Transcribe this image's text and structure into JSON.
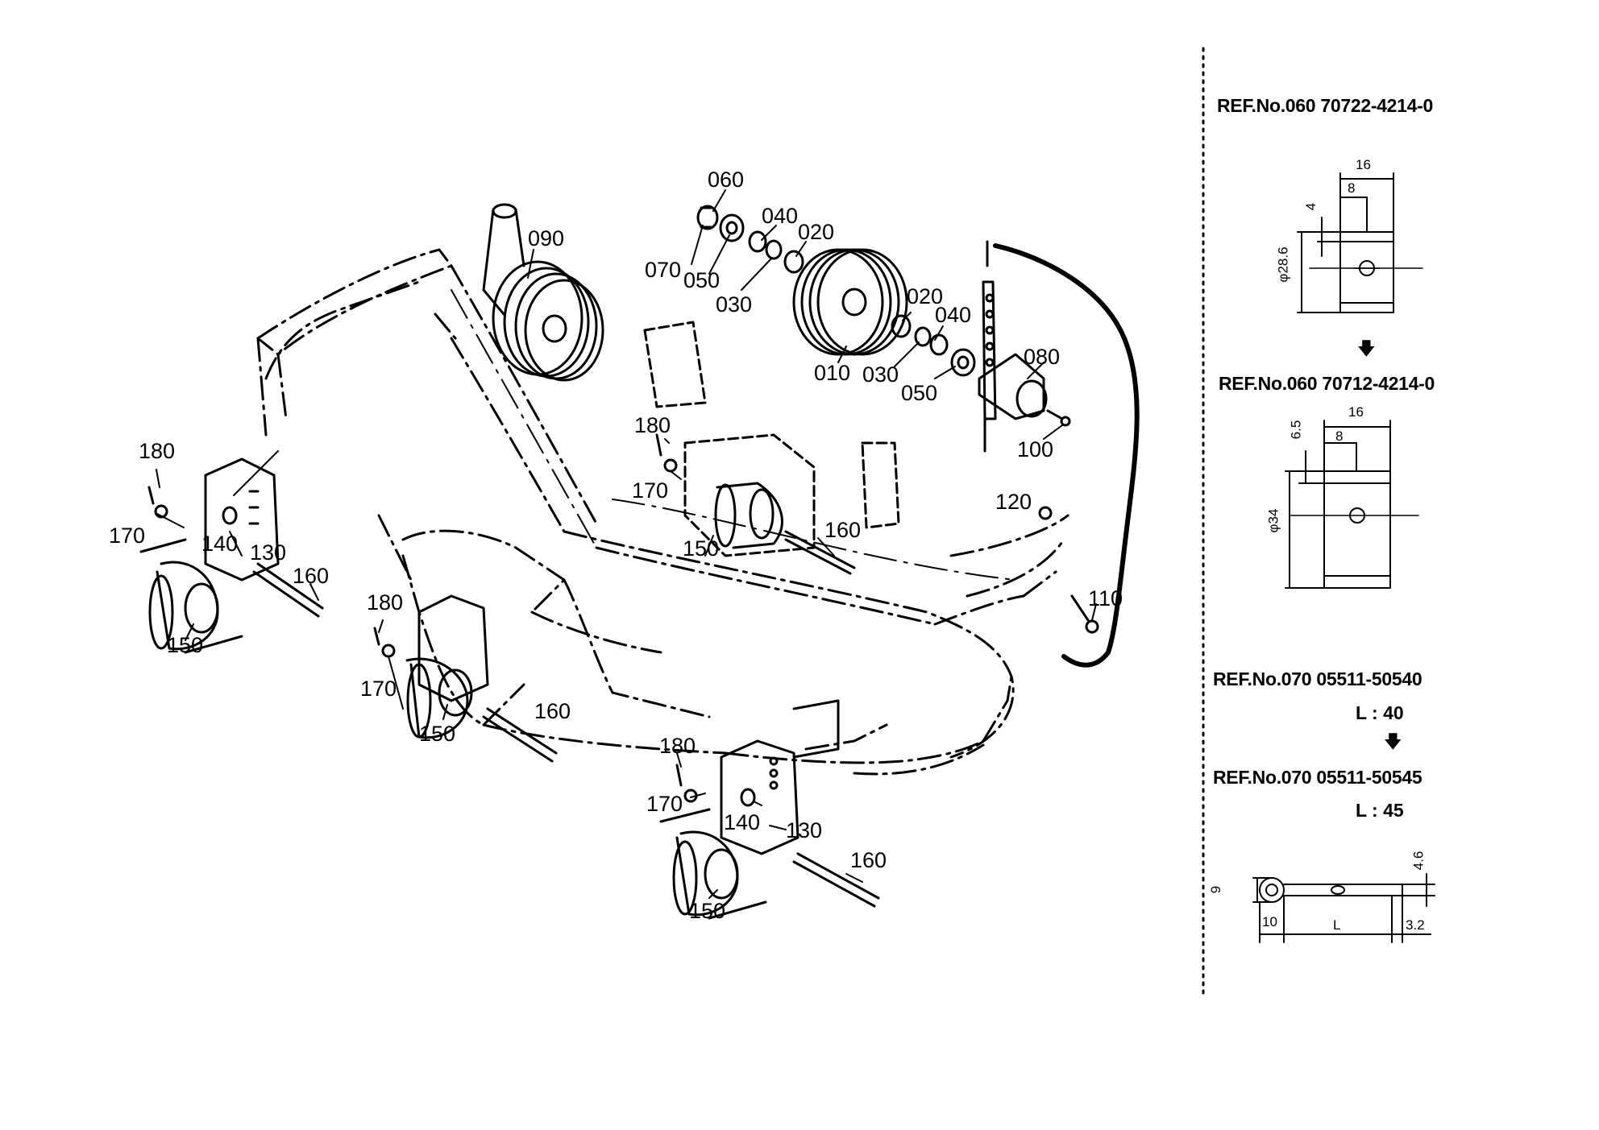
{
  "callouts": [
    {
      "id": "c060",
      "text": "060"
    },
    {
      "id": "c070",
      "text": "070"
    },
    {
      "id": "c050a",
      "text": "050"
    },
    {
      "id": "c040a",
      "text": "040"
    },
    {
      "id": "c030a",
      "text": "030"
    },
    {
      "id": "c020a",
      "text": "020"
    },
    {
      "id": "c090",
      "text": "090"
    },
    {
      "id": "c010",
      "text": "010"
    },
    {
      "id": "c020b",
      "text": "020"
    },
    {
      "id": "c040b",
      "text": "040"
    },
    {
      "id": "c030b",
      "text": "030"
    },
    {
      "id": "c050b",
      "text": "050"
    },
    {
      "id": "c080",
      "text": "080"
    },
    {
      "id": "c100",
      "text": "100"
    },
    {
      "id": "c120",
      "text": "120"
    },
    {
      "id": "c110",
      "text": "110"
    },
    {
      "id": "c180a",
      "text": "180"
    },
    {
      "id": "c170a",
      "text": "170"
    },
    {
      "id": "c140a",
      "text": "140"
    },
    {
      "id": "c130a",
      "text": "130"
    },
    {
      "id": "c160a",
      "text": "160"
    },
    {
      "id": "c150a",
      "text": "150"
    },
    {
      "id": "c180b",
      "text": "180"
    },
    {
      "id": "c170b",
      "text": "170"
    },
    {
      "id": "c150b",
      "text": "150"
    },
    {
      "id": "c160b",
      "text": "160"
    },
    {
      "id": "c180c",
      "text": "180"
    },
    {
      "id": "c170c",
      "text": "170"
    },
    {
      "id": "c150c",
      "text": "150"
    },
    {
      "id": "c160c",
      "text": "160"
    },
    {
      "id": "c180d",
      "text": "180"
    },
    {
      "id": "c170d",
      "text": "170"
    },
    {
      "id": "c140d",
      "text": "140"
    },
    {
      "id": "c130d",
      "text": "130"
    },
    {
      "id": "c160d",
      "text": "160"
    },
    {
      "id": "c150d",
      "text": "150"
    }
  ],
  "panel": {
    "ref1": "REF.No.060  70722-4214-0",
    "ref2": "REF.No.060  70712-4214-0",
    "ref3": "REF.No.070  05511-50540",
    "l40": "L  :  40",
    "ref4": "REF.No.070  05511-50545",
    "l45": "L  :  45",
    "arrow": "🡇",
    "d1": {
      "w16": "16",
      "w8": "8",
      "h4": "4",
      "phi": "φ28.6"
    },
    "d2": {
      "w16": "16",
      "w8": "8",
      "h65": "6.5",
      "phi": "φ34"
    },
    "d3": {
      "h9": "9",
      "h46": "4.6",
      "w10": "10",
      "wL": "L",
      "w32": "3.2"
    }
  }
}
